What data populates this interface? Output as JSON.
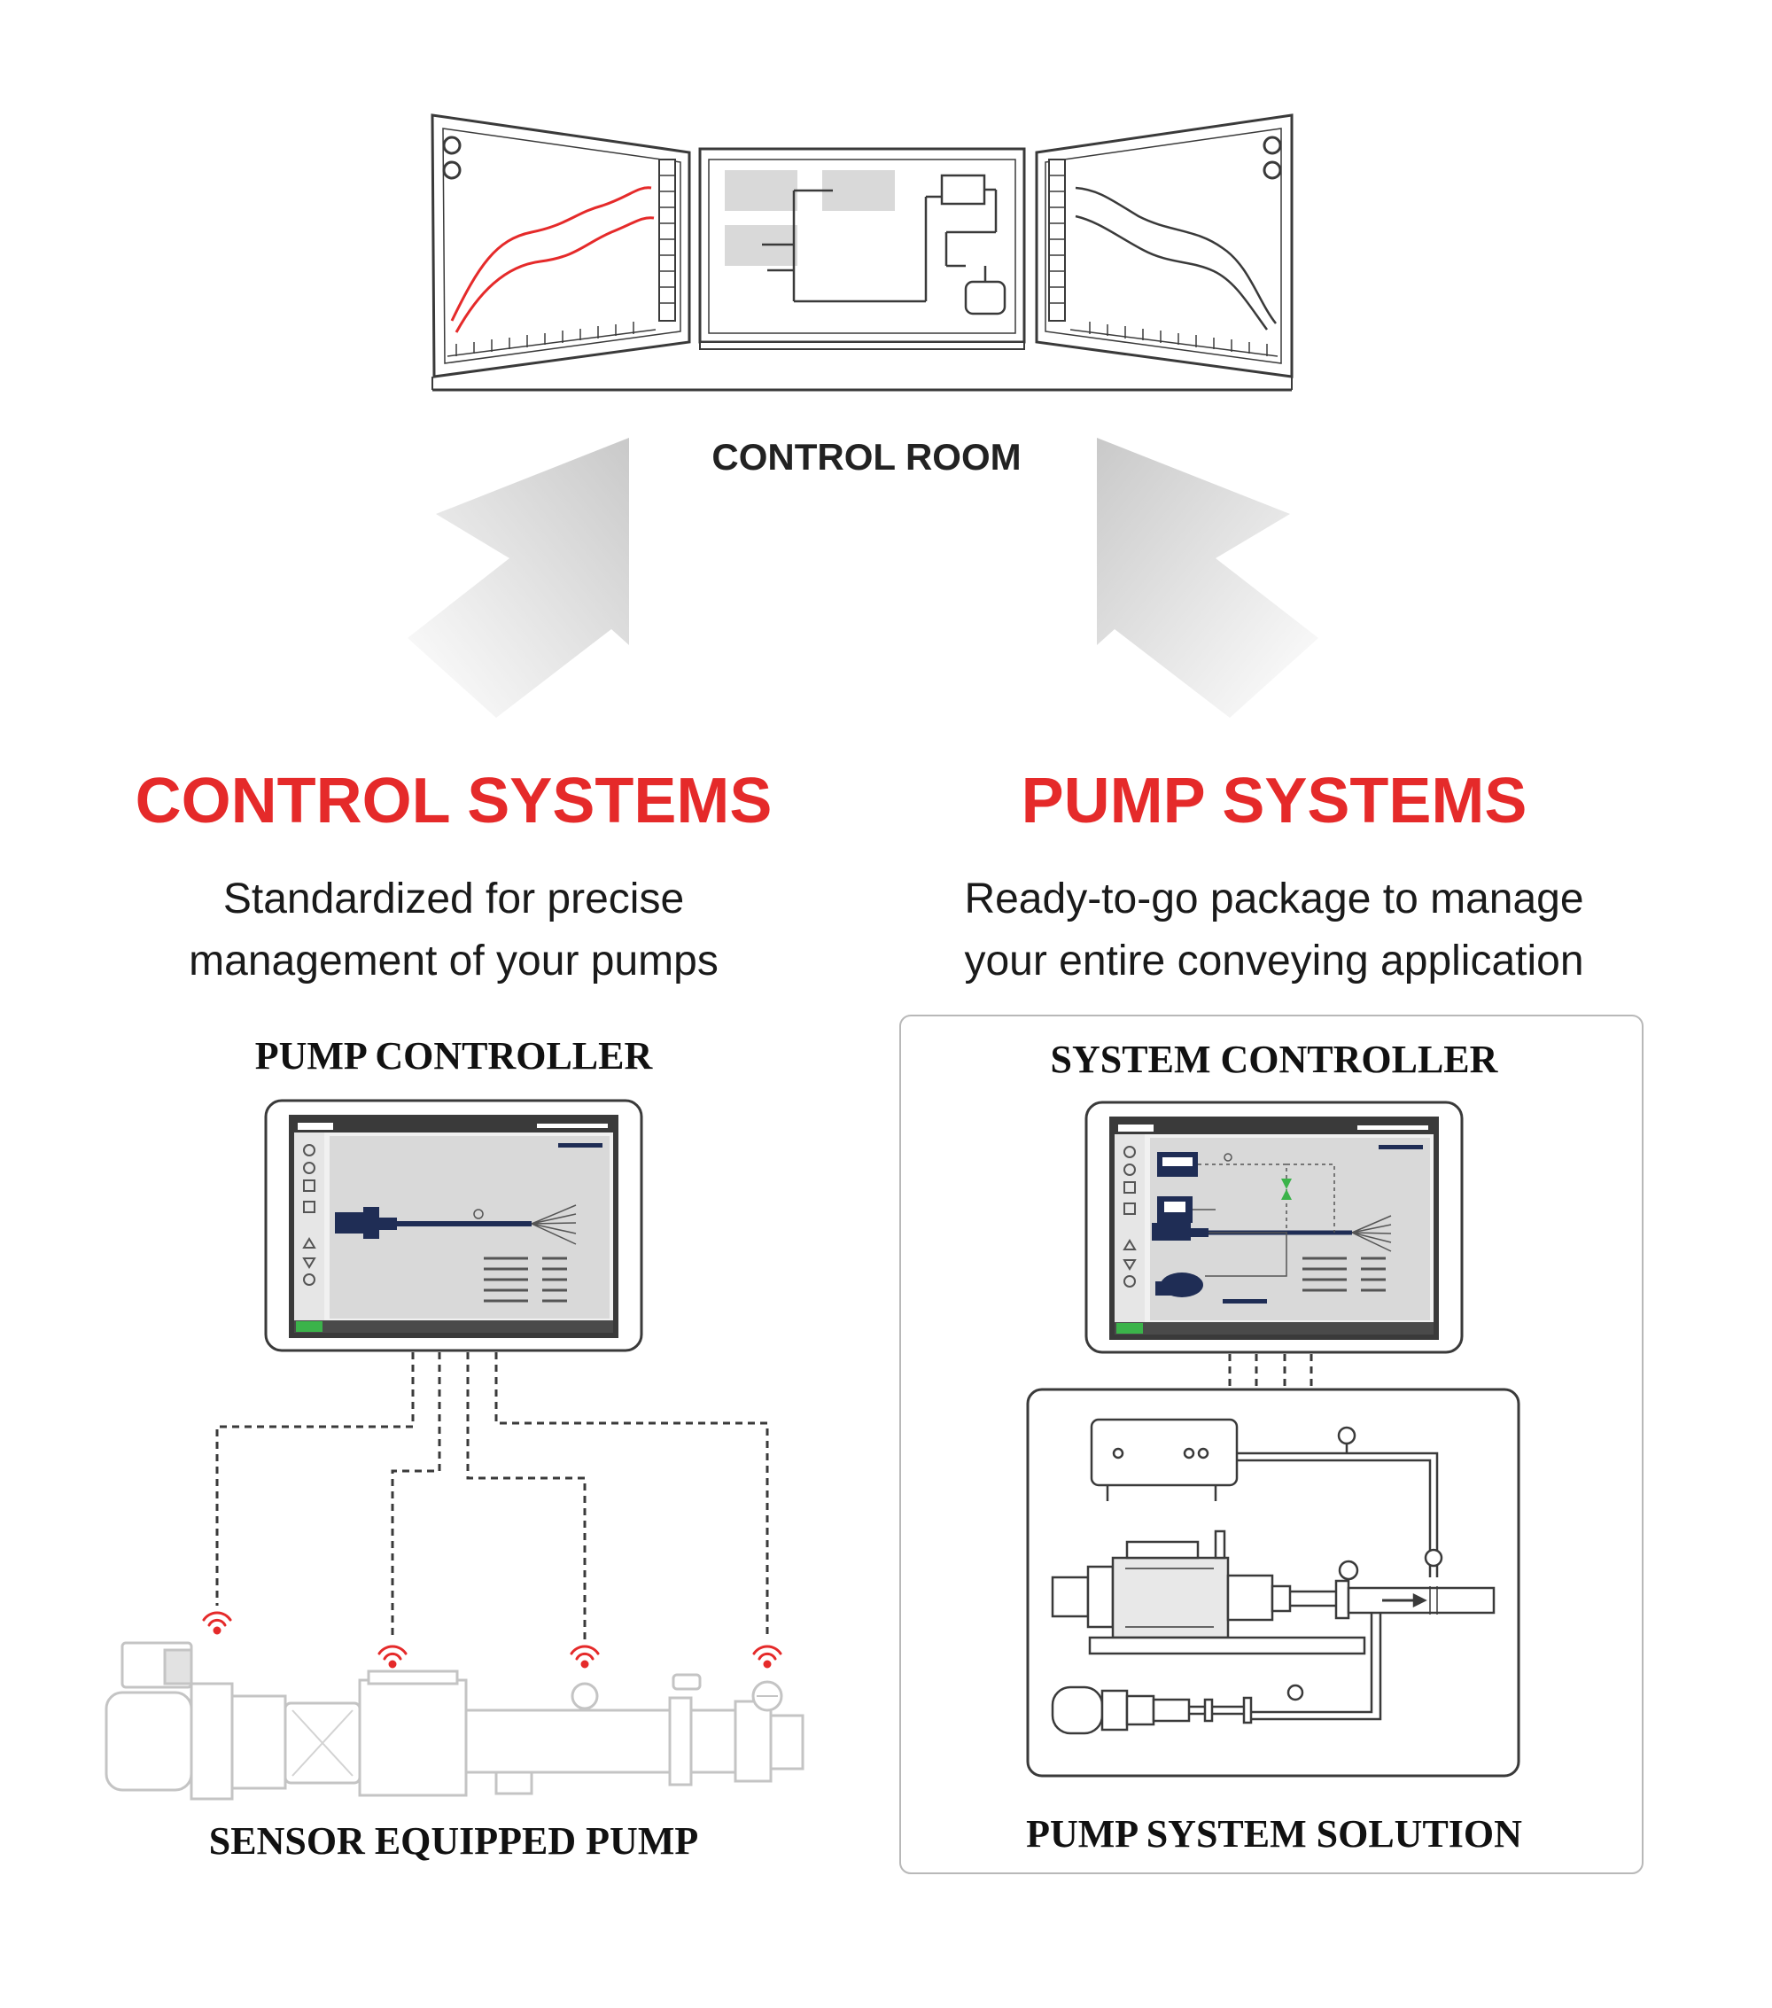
{
  "control_room": {
    "label": "CONTROL ROOM"
  },
  "left": {
    "heading": "CONTROL SYSTEMS",
    "line1": "Standardized for precise",
    "line2": "management of your pumps",
    "controller_label": "PUMP CONTROLLER",
    "pump_label": "SENSOR EQUIPPED PUMP"
  },
  "right": {
    "heading": "PUMP SYSTEMS",
    "line1": "Ready-to-go package to manage",
    "line2": "your entire conveying application",
    "controller_label": "SYSTEM CONTROLLER",
    "solution_label": "PUMP SYSTEM SOLUTION"
  },
  "colors": {
    "accent": "#e52a2a",
    "line": "#3a3a3a",
    "screen": "#d9d9d9",
    "status_green": "#3bb34a",
    "arrow": "#d6d6d6"
  },
  "icons": [
    "monitor-icon",
    "arrow-up-icon",
    "tablet-icon",
    "wifi-icon",
    "pump-icon",
    "gauge-icon"
  ]
}
